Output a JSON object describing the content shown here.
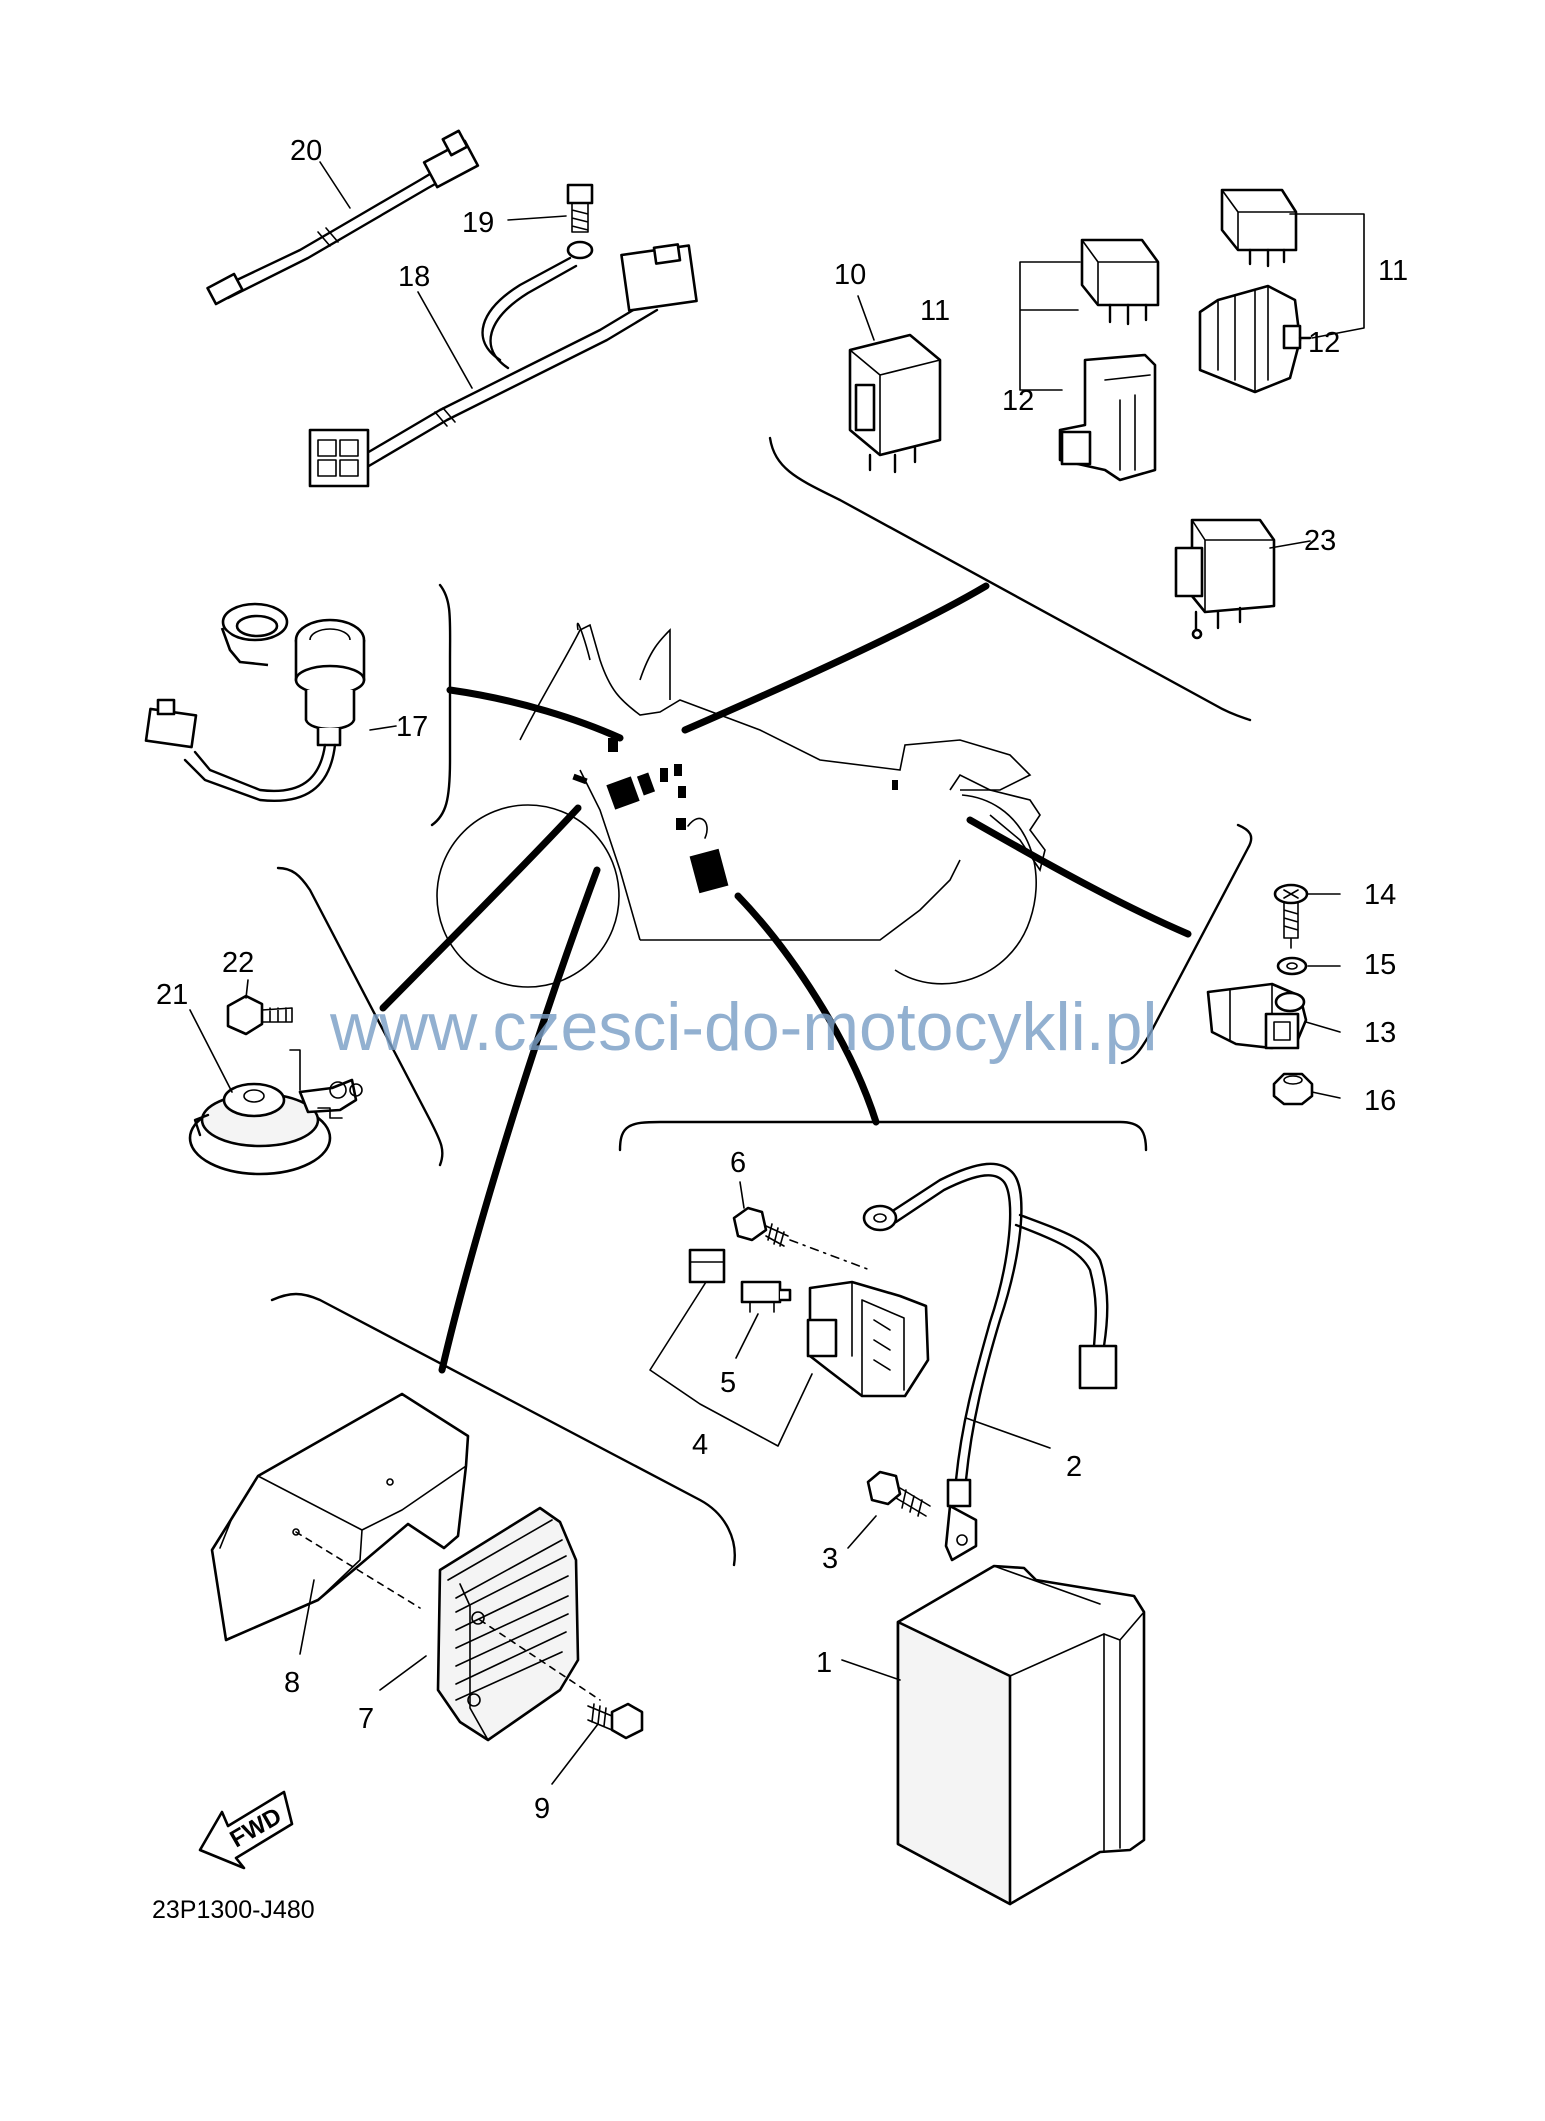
{
  "diagram": {
    "watermark": "www.czesci-do-motocykli.pl",
    "drawing_code": "23P1300-J480",
    "fwd_label": "FWD",
    "callouts": {
      "c1": "1",
      "c2": "2",
      "c3": "3",
      "c4": "4",
      "c5": "5",
      "c6": "6",
      "c7": "7",
      "c8": "8",
      "c9": "9",
      "c10": "10",
      "c11a": "11",
      "c11b": "11",
      "c12a": "12",
      "c12b": "12",
      "c13": "13",
      "c14": "14",
      "c15": "15",
      "c16": "16",
      "c17": "17",
      "c18": "18",
      "c19": "19",
      "c20": "20",
      "c21": "21",
      "c22": "22",
      "c23": "23"
    }
  }
}
